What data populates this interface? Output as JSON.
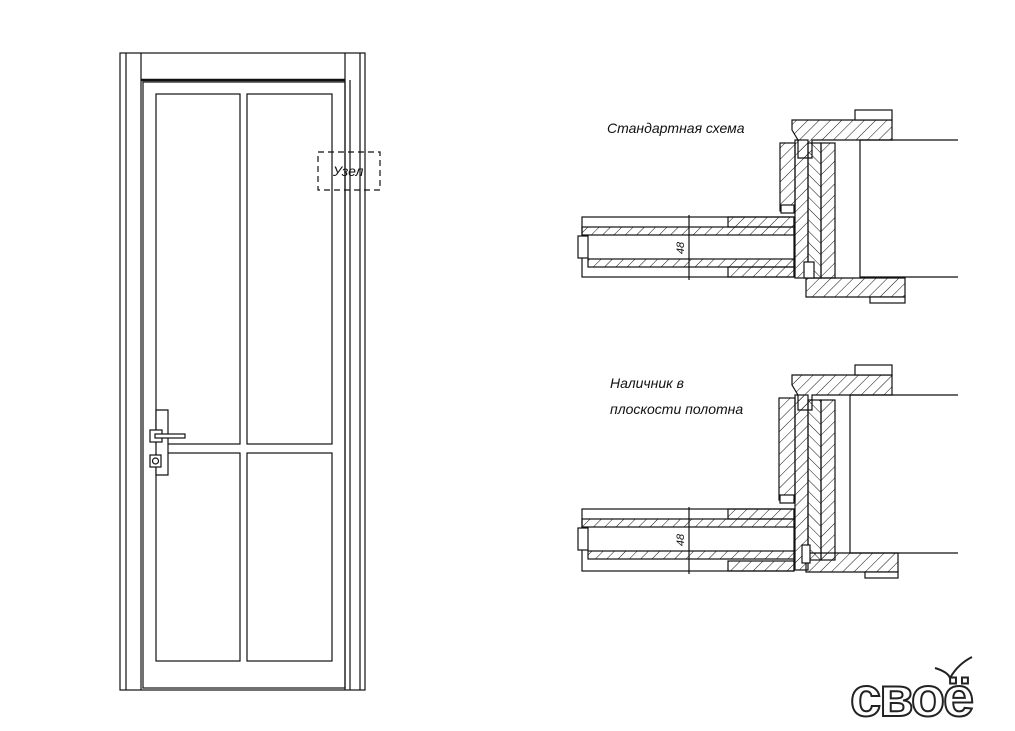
{
  "door_elevation": {
    "node_label": "Узел"
  },
  "sections": [
    {
      "title": "Стандартная схема",
      "dimension": "48"
    },
    {
      "title_line1": "Наличник в",
      "title_line2": "плоскости полотна",
      "dimension": "48"
    }
  ],
  "logo": {
    "text": "своё"
  }
}
